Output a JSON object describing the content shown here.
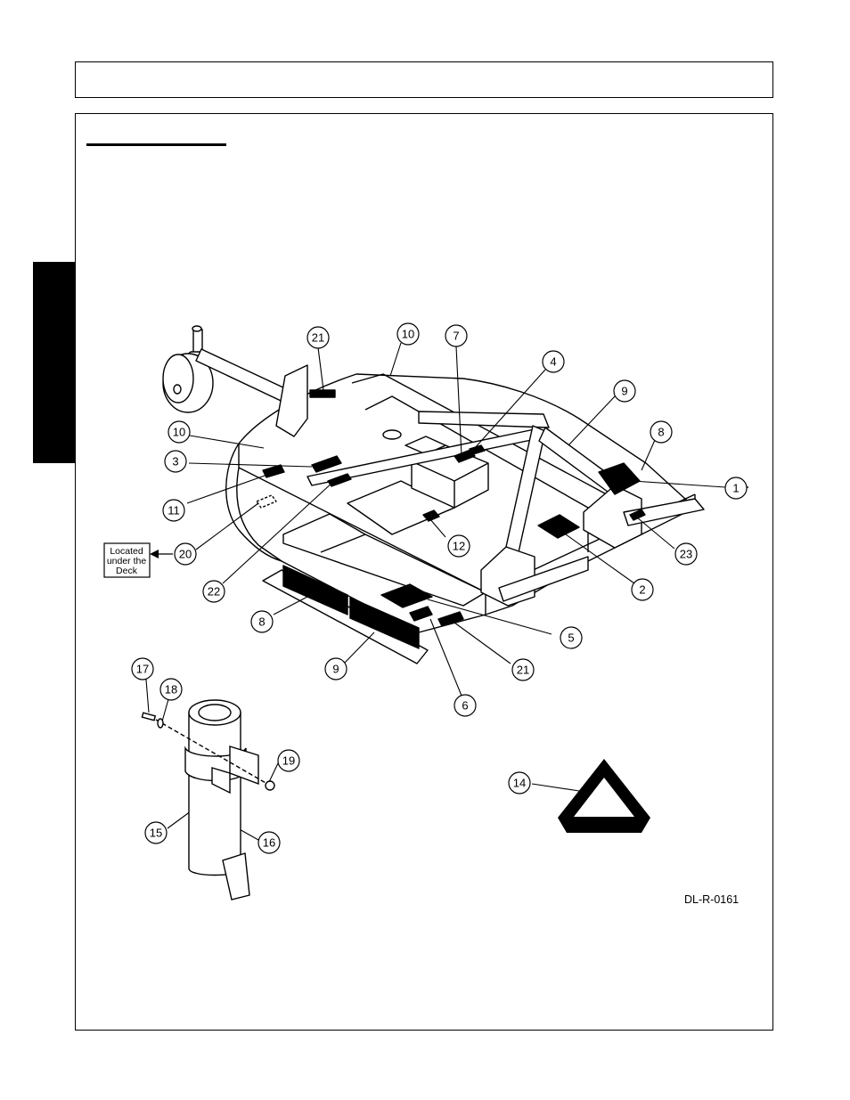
{
  "drawing_id": "DL-R-0161",
  "note_box": {
    "lines": [
      "Located",
      "under the",
      "Deck"
    ]
  },
  "callouts": [
    {
      "label": "21"
    },
    {
      "label": "10"
    },
    {
      "label": "7"
    },
    {
      "label": "4"
    },
    {
      "label": "9"
    },
    {
      "label": "8"
    },
    {
      "label": "10"
    },
    {
      "label": "3"
    },
    {
      "label": "11"
    },
    {
      "label": "1"
    },
    {
      "label": "20"
    },
    {
      "label": "12"
    },
    {
      "label": "23"
    },
    {
      "label": "22"
    },
    {
      "label": "2"
    },
    {
      "label": "8"
    },
    {
      "label": "5"
    },
    {
      "label": "9"
    },
    {
      "label": "21"
    },
    {
      "label": "6"
    },
    {
      "label": "17"
    },
    {
      "label": "18"
    },
    {
      "label": "19"
    },
    {
      "label": "14"
    },
    {
      "label": "15"
    },
    {
      "label": "16"
    }
  ],
  "colors": {
    "ink": "#000000",
    "paper": "#ffffff"
  }
}
